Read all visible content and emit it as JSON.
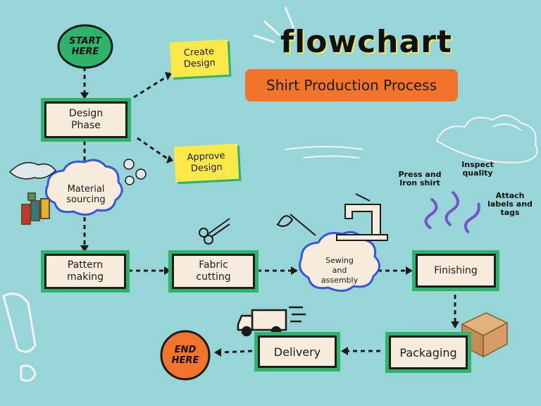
{
  "title": "flowchart",
  "subtitle": "Shirt Production Process",
  "start": "START\nHERE",
  "end": "END\nHERE",
  "nodes": {
    "design_phase": "Design\nPhase",
    "create_design": "Create\nDesign",
    "approve_design": "Approve\nDesign",
    "material_sourcing": "Material\nsourcing",
    "pattern_making": "Pattern\nmaking",
    "fabric_cutting": "Fabric\ncutting",
    "sewing_assembly": "Sewing\nand\nassembly",
    "finishing": "Finishing",
    "packaging": "Packaging",
    "delivery": "Delivery"
  },
  "finishing_steps": {
    "press": "Press and\nIron shirt",
    "inspect": "Inspect\nquality",
    "attach": "Attach\nlabels and\ntags"
  },
  "colors": {
    "background": "#97d5d8",
    "box_fill": "#f7ecdc",
    "box_border": "#2fb36a",
    "note_fill": "#fbe94a",
    "cloud_border": "#3b56d6",
    "start_fill": "#2fb36a",
    "end_fill": "#f2742a",
    "subtitle_fill": "#f2742a"
  },
  "icons": [
    "scissors-icon",
    "needle-thread-icon",
    "sewing-machine-icon",
    "delivery-truck-icon",
    "cardboard-box-icon",
    "thread-spools-icon",
    "buttons-icon",
    "fabric-icon",
    "squiggle-arrows-icon",
    "cloud-doodle-icon",
    "exclamation-doodle-icon"
  ]
}
